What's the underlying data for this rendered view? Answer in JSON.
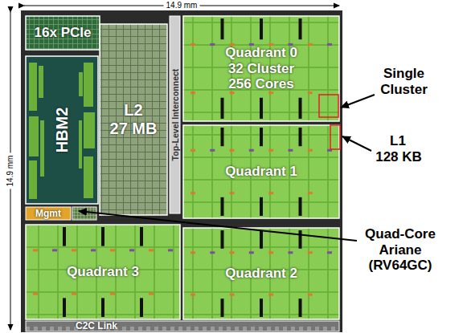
{
  "diagram": {
    "nodes": [
      {
        "text": [
          "16x PCIe"
        ]
      },
      {
        "text": [
          "HBM2"
        ]
      },
      {
        "text": [
          "L2",
          "27 MB"
        ]
      },
      {
        "text": [
          "Top-Level Interconnect"
        ]
      },
      {
        "text": [
          "Quadrant 0 32 Cluster 256 Cores"
        ]
      },
      {
        "text": [
          "Quadrant 1"
        ]
      },
      {
        "text": [
          "Mgmt"
        ]
      },
      {
        "text": [
          "Quadrant 3"
        ]
      },
      {
        "text": [
          "Quadrant 2"
        ]
      },
      {
        "text": [
          "C2C Link"
        ]
      }
    ],
    "labels": [
      "14.9 mm",
      "14.9 mm",
      "Single Cluster",
      "L1",
      "128 KB",
      "Quad-Core Ariane (RV64GC)"
    ]
  }
}
